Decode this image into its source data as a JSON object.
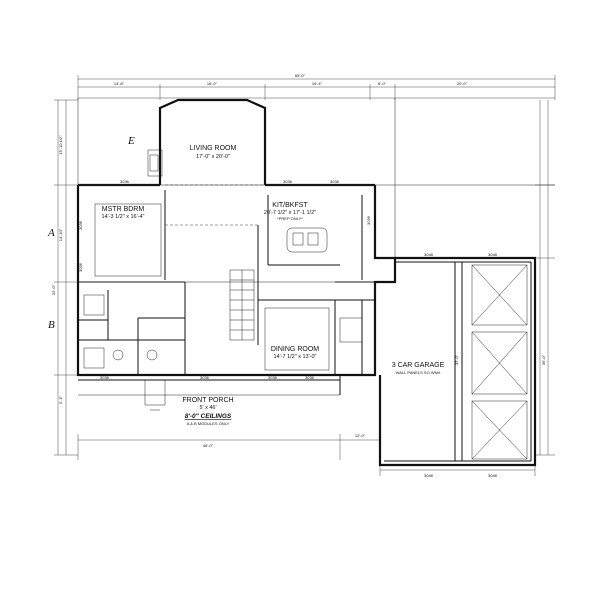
{
  "section_marks": {
    "a": "A",
    "b": "B",
    "e": "E"
  },
  "rooms": {
    "living": {
      "name": "LIVING ROOM",
      "size": "17'-0\" x 20'-0\""
    },
    "master": {
      "name": "MSTR BDRM",
      "size": "14'-3 1/2\" x 16'-4\""
    },
    "kitchen": {
      "name": "KIT/BKFST",
      "size": "20'-7 1/2\" x 17'-1 1/2\"",
      "note": "*PREP ONLY*"
    },
    "dining": {
      "name": "DINING ROOM",
      "size": "14'-7 1/2\" x 13'-0\""
    },
    "porch": {
      "name": "FRONT PORCH",
      "size": "5' x 46'"
    },
    "garage": {
      "name": "3 CAR GARAGE",
      "note": "WALL PANELS SO WNH"
    }
  },
  "ceiling_note": {
    "title": "8'-0\" CEILINGS",
    "sub": "A & B MODULES ONLY"
  },
  "dimensions": {
    "overall_top": "65'-0\"",
    "top_1": "14'-8\"",
    "top_2": "16'-0\"",
    "top_3": "16'-4\"",
    "top_4": "6'-0\"",
    "top_5": "20'-0\"",
    "left_1": "15'-10 1/2\"",
    "left_2": "14'-10\"",
    "left_3": "32'-0\"",
    "left_4": "5'-4\"",
    "bottom_porch": "46'-0\"",
    "bottom_garage": "12'-0\"",
    "garage_depth": "32'-0\"",
    "garage_right": "36'-0\""
  },
  "window_tags": {
    "w1": "3036",
    "w2": "3036",
    "w3": "3036",
    "w4": "3036",
    "w5": "3036",
    "w6": "3036",
    "w7": "3036",
    "w8": "3036",
    "w9": "3048",
    "w10": "3048",
    "w11": "3048",
    "w12": "3048",
    "w13": "3036",
    "w14": "3036"
  }
}
